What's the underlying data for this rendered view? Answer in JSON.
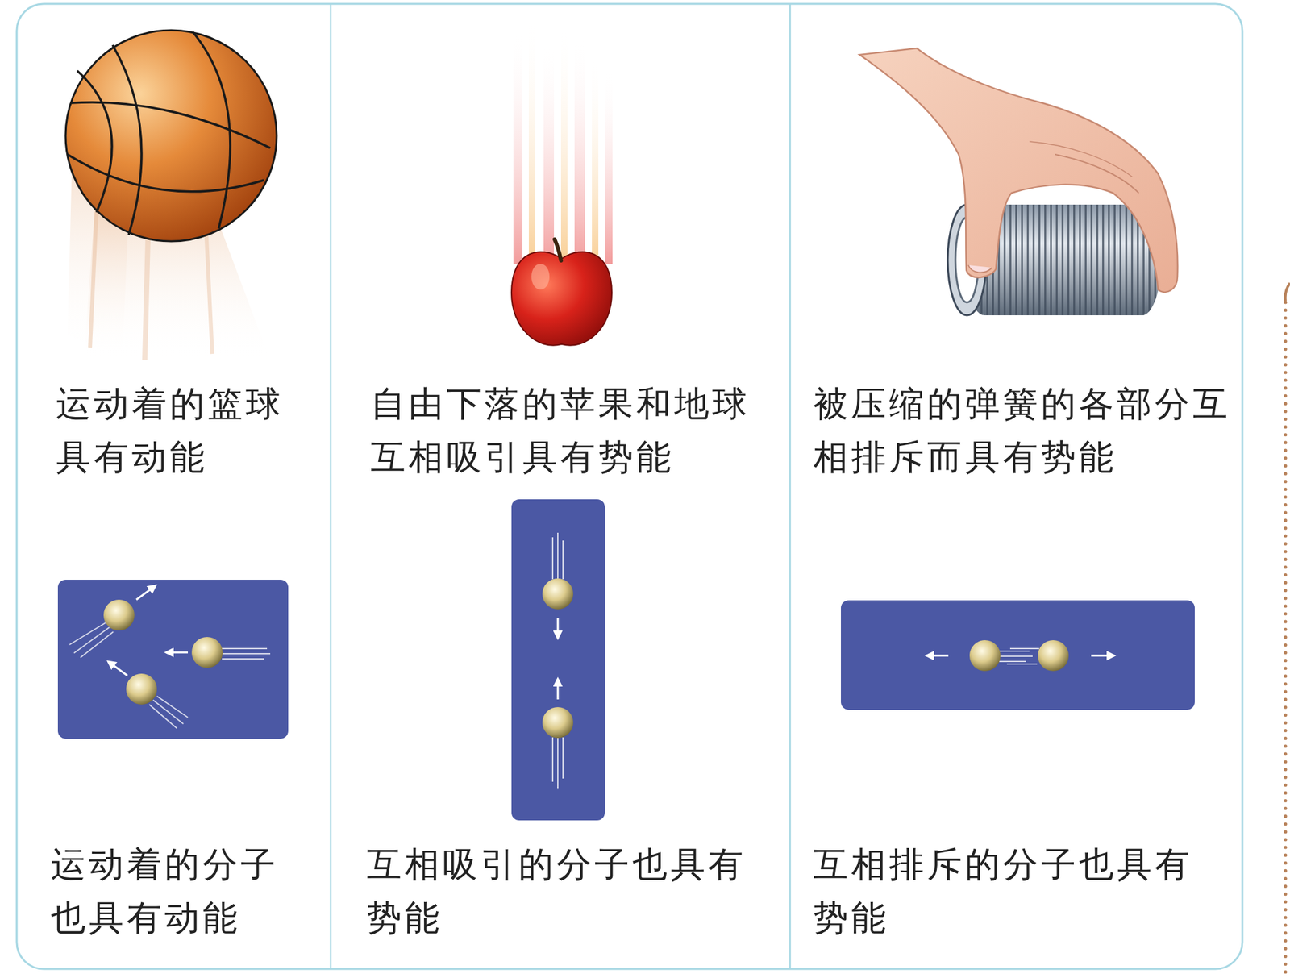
{
  "diagram": {
    "labels": [
      "运动着的篮球具有动能",
      "自由下落的苹果和地球互相吸引具有势能",
      "被压缩的弹簧的各部分互相排斥而具有势能",
      "运动着的分子也具有动能",
      "互相吸引的分子也具有势能",
      "互相排斥的分子也具有势能"
    ]
  }
}
